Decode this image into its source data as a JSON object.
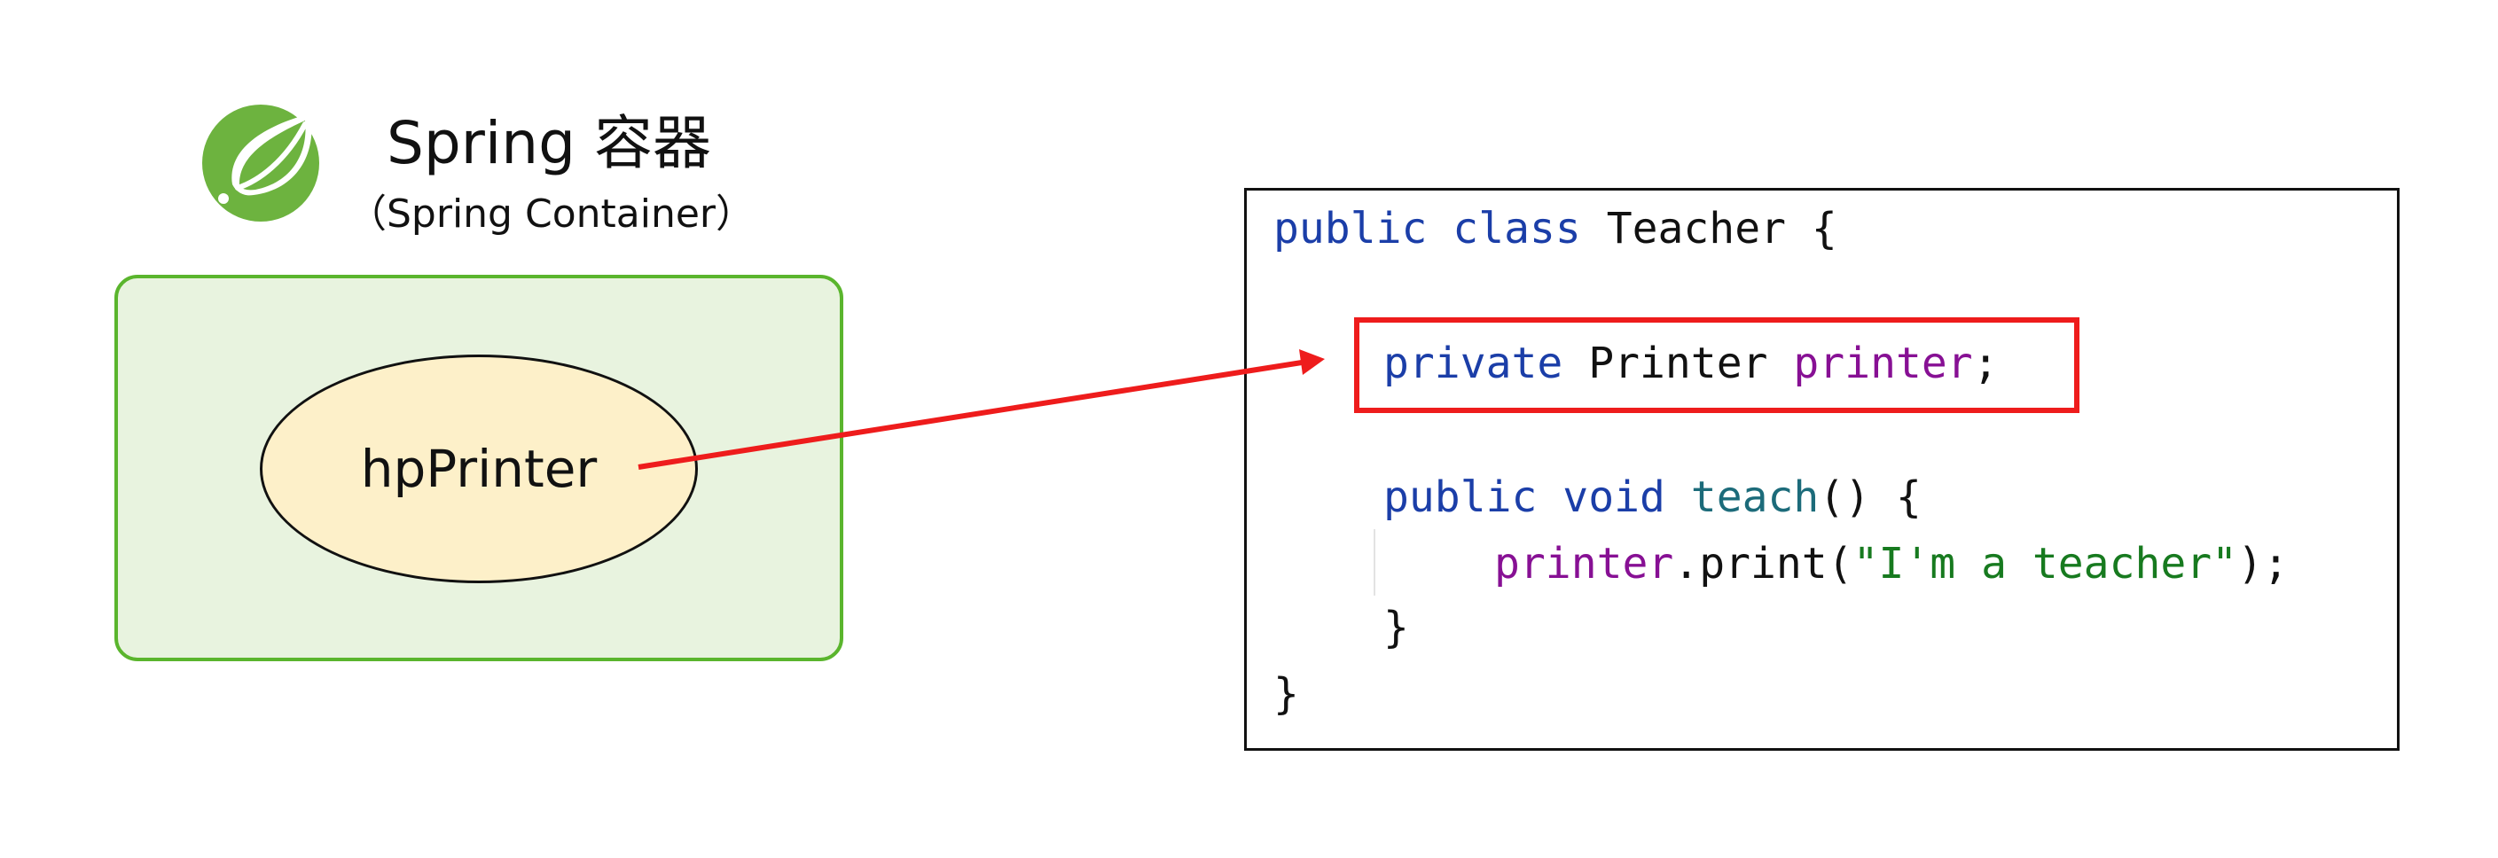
{
  "title": "Spring 容器",
  "subtitle": "（Spring Container）",
  "logo_icon": "spring-leaf-icon",
  "colors": {
    "container_fill": "#e8f3df",
    "container_border": "#5ab52d",
    "bean_fill": "#fdf0c9",
    "arrow": "#ee1c1c",
    "highlight_border": "#ee1c1c",
    "keyword": "#1b3ea8",
    "field": "#871094",
    "method": "#1c6b7a",
    "string": "#177a1f"
  },
  "bean": {
    "label": "hpPrinter"
  },
  "code": {
    "kw_public": "public",
    "kw_class": "class",
    "class_name": "Teacher",
    "open_brace": "{",
    "kw_private": "private",
    "field_type": "Printer",
    "field_name": "printer",
    "semicolon": ";",
    "kw_void": "void",
    "method_name": "teach",
    "method_parens": "()",
    "call_target": "printer",
    "call_method": ".print(",
    "call_arg": "\"I'm a teacher\"",
    "call_end": ");",
    "close_brace": "}"
  }
}
